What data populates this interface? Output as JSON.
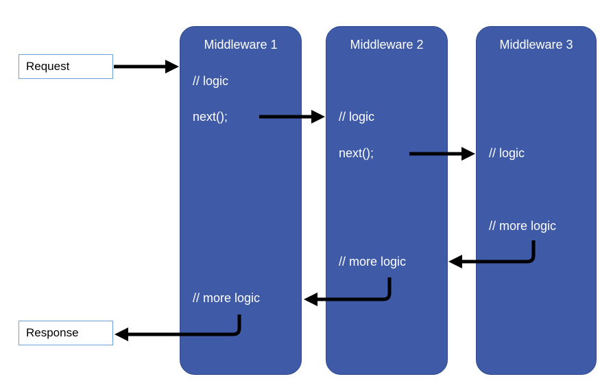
{
  "request_label": "Request",
  "response_label": "Response",
  "middlewares": [
    {
      "title": "Middleware 1",
      "logic": "// logic",
      "next": "next();",
      "more_logic": "// more logic"
    },
    {
      "title": "Middleware 2",
      "logic": "// logic",
      "next": "next();",
      "more_logic": "// more logic"
    },
    {
      "title": "Middleware 3",
      "logic": "// logic",
      "more_logic": "// more logic"
    }
  ],
  "colors": {
    "middleware_fill": "#3f5aa6",
    "box_border": "#6f9fd8",
    "arrow": "#000000"
  }
}
